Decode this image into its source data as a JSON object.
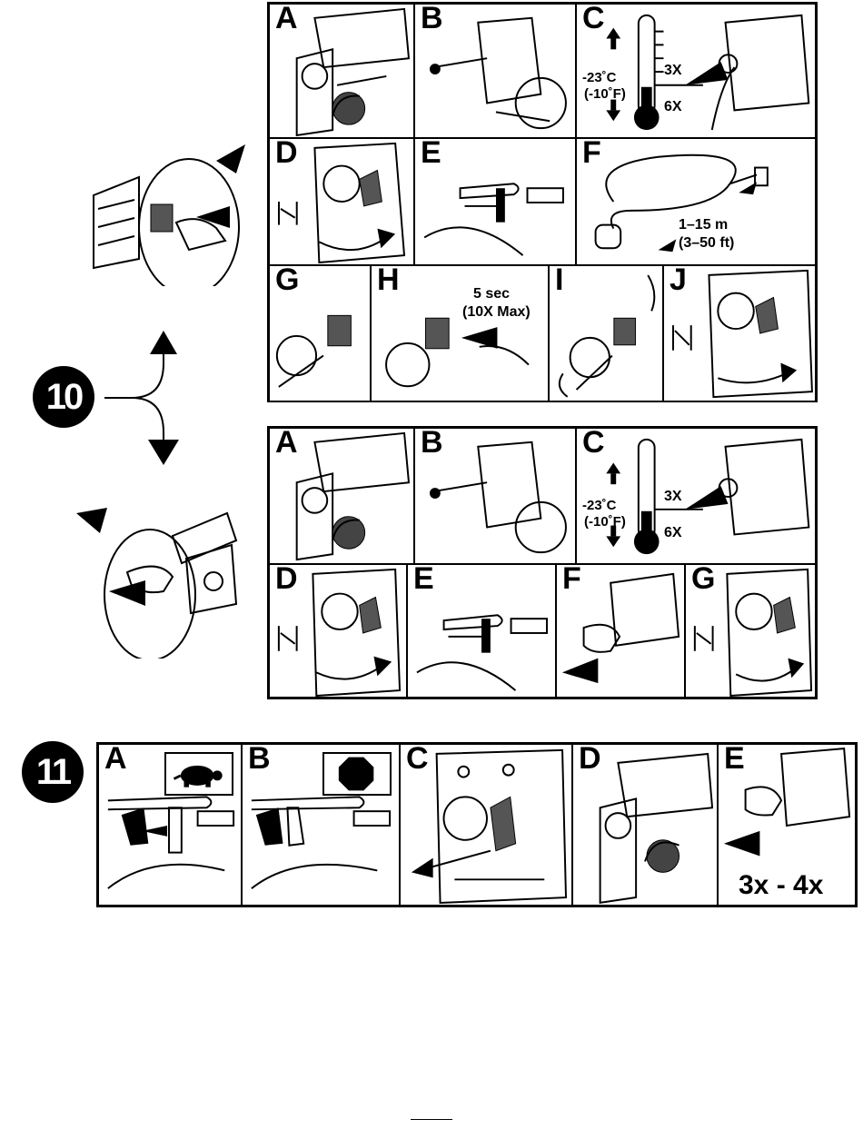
{
  "steps": {
    "s10": "10",
    "s11": "11"
  },
  "seq_a": {
    "A": "A",
    "B": "B",
    "C": "C",
    "C_temp_c": "-23˚C",
    "C_temp_f": "(-10˚F)",
    "C_3x": "3X",
    "C_6x": "6X",
    "D": "D",
    "E": "E",
    "F": "F",
    "F_len_m": "1–15 m",
    "F_len_ft": "(3–50 ft)",
    "G": "G",
    "H": "H",
    "H_sec": "5 sec",
    "H_max": "(10X Max)",
    "I": "I",
    "J": "J"
  },
  "seq_b": {
    "A": "A",
    "B": "B",
    "C": "C",
    "C_temp_c": "-23˚C",
    "C_temp_f": "(-10˚F)",
    "C_3x": "3X",
    "C_6x": "6X",
    "D": "D",
    "E": "E",
    "F": "F",
    "G": "G"
  },
  "seq_11": {
    "A": "A",
    "A_icon": "turtle-icon",
    "B": "B",
    "B_icon": "stop-octagon-icon",
    "C": "C",
    "D": "D",
    "E": "E",
    "E_count": "3x - 4x"
  },
  "colors": {
    "ink": "#000000",
    "paper": "#ffffff",
    "gray": "#555555"
  }
}
